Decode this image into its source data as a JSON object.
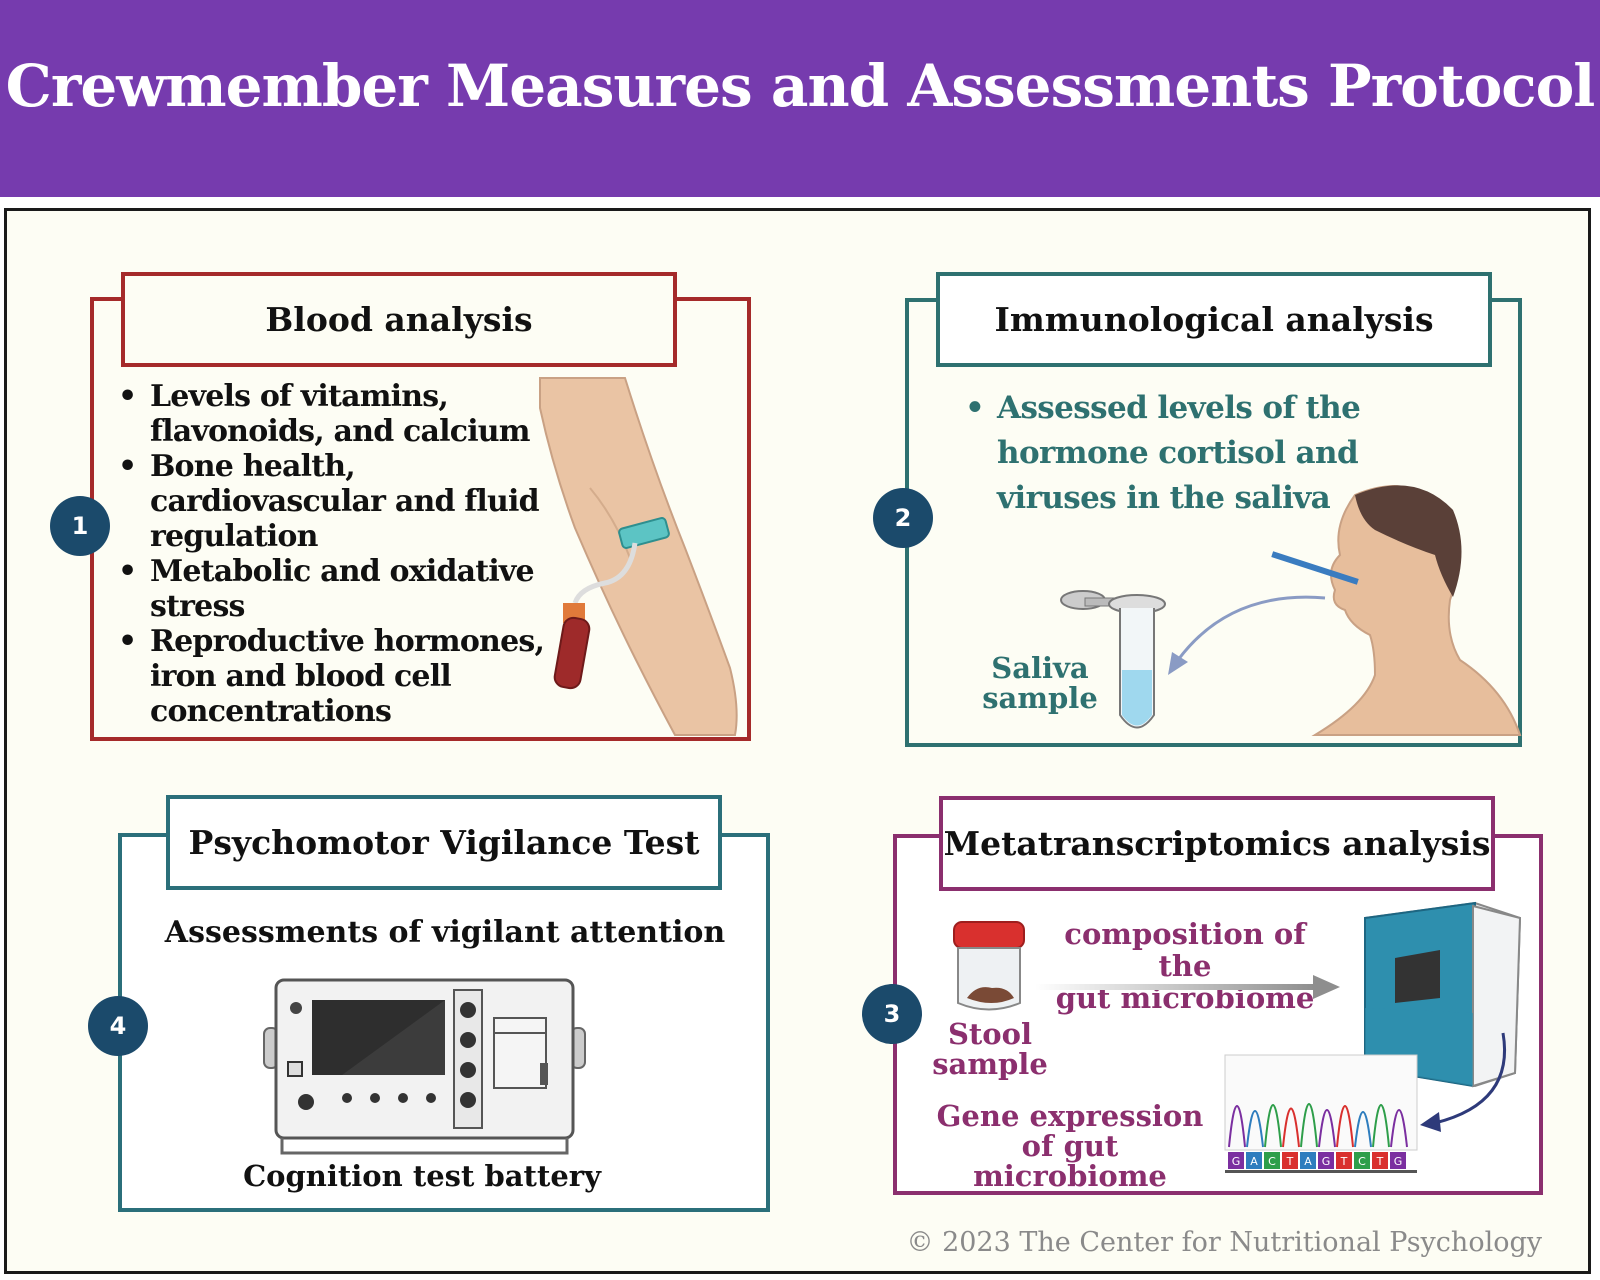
{
  "header": {
    "title": "Crewmember Measures and Assessments Protocol"
  },
  "panels": {
    "blood": {
      "number": "1",
      "title": "Blood analysis",
      "items": [
        "Levels of vitamins, flavonoids, and calcium",
        "Bone health, cardiovascular and fluid regulation",
        "Metabolic and oxidative stress",
        "Reproductive hormones, iron and blood cell concentrations"
      ],
      "color": "#A52A2A"
    },
    "immuno": {
      "number": "2",
      "title": "Immunological analysis",
      "items": [
        "Assessed levels of the hormone cortisol and viruses in the saliva"
      ],
      "sample_label_1": "Saliva",
      "sample_label_2": "sample",
      "color": "#2E7170"
    },
    "meta": {
      "number": "3",
      "title": "Metatranscriptomics analysis",
      "stool_label_1": "Stool",
      "stool_label_2": "sample",
      "composition_1": "composition of the",
      "composition_2": "gut microbiome",
      "gene_1": "Gene expression",
      "gene_2": "of gut microbiome",
      "bases": [
        "G",
        "A",
        "C",
        "T",
        "A",
        "G",
        "T",
        "C",
        "T",
        "G"
      ],
      "color": "#8B2F6E"
    },
    "pvt": {
      "number": "4",
      "title": "Psychomotor Vigilance Test",
      "subtitle": "Assessments of vigilant attention",
      "device_label": "Cognition test battery",
      "color": "#2B6F7A"
    }
  },
  "footer": {
    "copyright": "© 2023 The Center for Nutritional Psychology"
  }
}
